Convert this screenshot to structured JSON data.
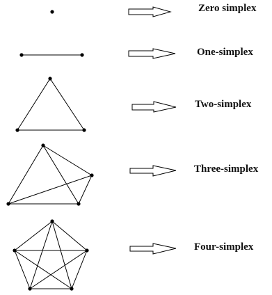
{
  "colors": {
    "stroke": "#000000",
    "vertex": "#000000",
    "arrow_fill": "#ffffff",
    "text": "#111111"
  },
  "rows": [
    {
      "label": "Zero simplex",
      "vertex_count": 1
    },
    {
      "label": "One-simplex",
      "vertex_count": 2
    },
    {
      "label": "Two-simplex",
      "vertex_count": 3
    },
    {
      "label": "Three-simplex",
      "vertex_count": 4
    },
    {
      "label": "Four-simplex",
      "vertex_count": 5
    }
  ]
}
